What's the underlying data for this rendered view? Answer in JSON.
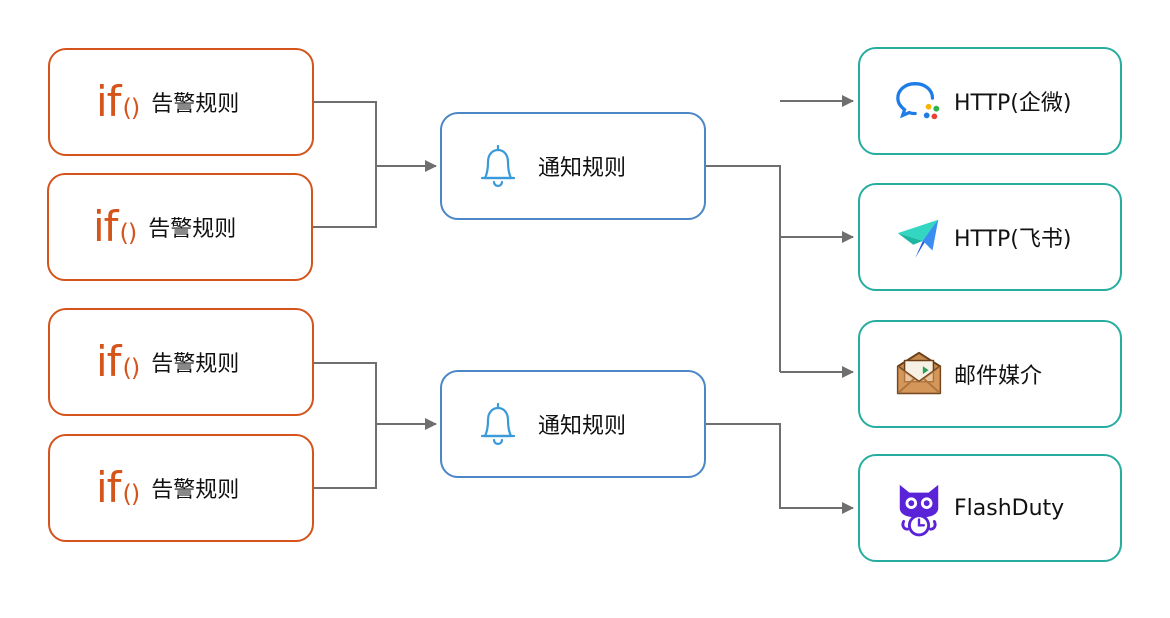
{
  "alert_rules": [
    {
      "icon": "if-icon",
      "icon_text": "if",
      "label": "告警规则"
    },
    {
      "icon": "if-icon",
      "icon_text": "if",
      "label": "告警规则"
    },
    {
      "icon": "if-icon",
      "icon_text": "if",
      "label": "告警规则"
    },
    {
      "icon": "if-icon",
      "icon_text": "if",
      "label": "告警规则"
    }
  ],
  "notify_rules": [
    {
      "icon": "bell-icon",
      "label": "通知规则"
    },
    {
      "icon": "bell-icon",
      "label": "通知规则"
    }
  ],
  "channels": [
    {
      "icon": "wecom-icon",
      "label": "HTTP(企微)"
    },
    {
      "icon": "feishu-icon",
      "label": "HTTP(飞书)"
    },
    {
      "icon": "envelope-icon",
      "label": "邮件媒介"
    },
    {
      "icon": "flashduty-icon",
      "label": "FlashDuty"
    }
  ],
  "colors": {
    "alert_border": "#d4541b",
    "notify_border": "#4b86c6",
    "channel_border": "#27ad9f",
    "connector": "#6f6f6f"
  }
}
